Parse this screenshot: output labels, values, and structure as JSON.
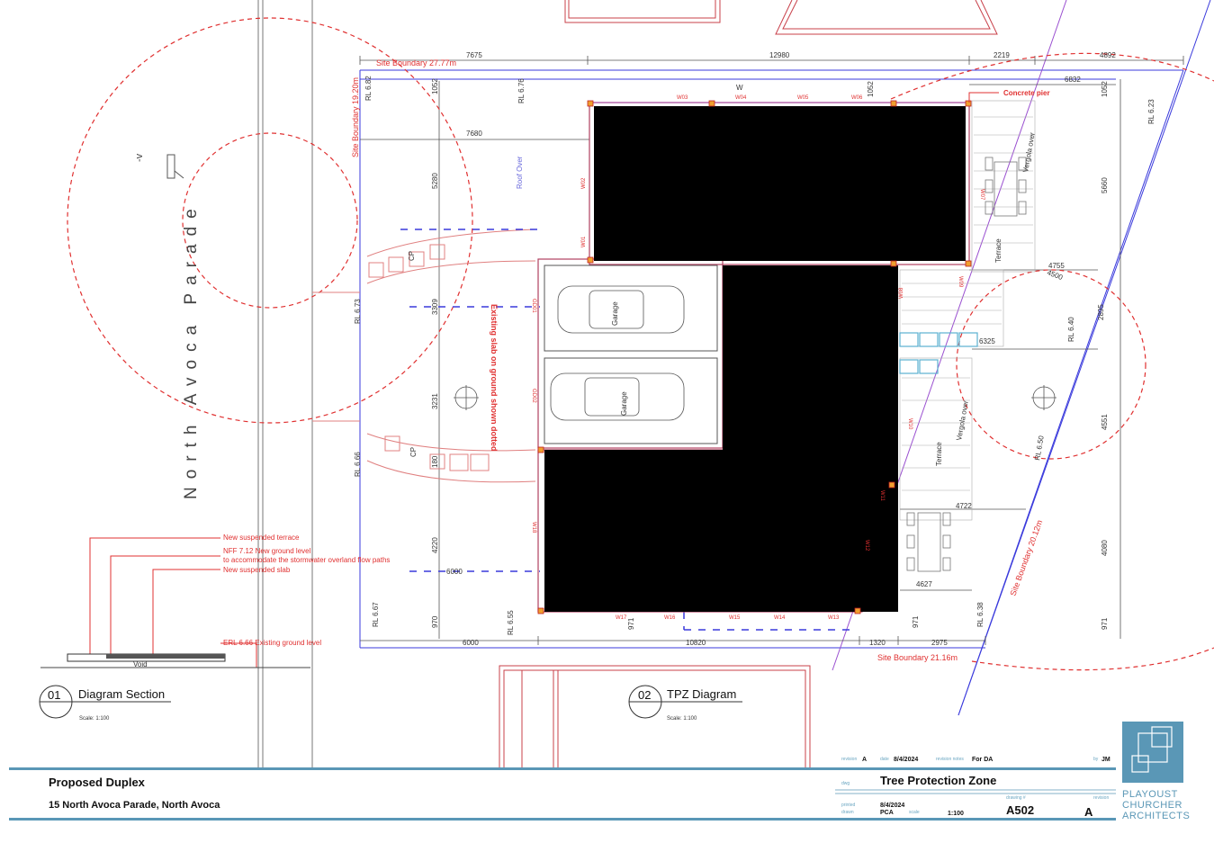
{
  "street": "North Avoca Parade",
  "north_symbol": "-v",
  "dimensions": {
    "top": [
      "7675",
      "12980",
      "2219",
      "4892"
    ],
    "top_right": "6832",
    "left_inner": "7680",
    "right_vert": [
      "5660",
      "4551",
      "4080",
      "971"
    ],
    "left_vert": [
      "1052",
      "5280",
      "3309",
      "3231",
      "180",
      "4220",
      "970"
    ],
    "right_top_vert": "1052",
    "bottom": [
      "6000",
      "10820",
      "1320",
      "2975"
    ],
    "misc": [
      "1052",
      "6000",
      "4755",
      "4500",
      "6325",
      "2895",
      "4722",
      "4627",
      "971",
      "971"
    ]
  },
  "levels": {
    "rl_682": "RL 6.82",
    "rl_676": "RL 6.76",
    "rl_623": "RL 6.23",
    "rl_673": "RL 6.73",
    "rl_666": "RL 6.66",
    "rl_667": "RL 6.67",
    "rl_655": "RL 6.55",
    "rl_640": "RL 6.40",
    "rl_650": "RL 6.50",
    "rl_638": "RL 6.38"
  },
  "boundaries": {
    "top": "Site Boundary  27.77m",
    "left": "Site Boundary  19.20m",
    "right": "Site Boundary  20.12m",
    "bottom": "Site Boundary  21.16m"
  },
  "labels": {
    "concrete_pier": "Concrete pier",
    "w_top": "W",
    "roof_over": "Roof Over",
    "garage_1": "Garage",
    "garage_2": "Garage",
    "terrace_1": "Terrace",
    "terrace_2": "Terrace",
    "pergola_1": "Vergola over",
    "pergola_2": "Vergola over",
    "cp_1": "CP",
    "cp_2": "CP",
    "existing_slab": "Existing slab on ground shown dotted",
    "void": "Void",
    "windows": [
      "W03",
      "W04",
      "W05",
      "W06",
      "W02",
      "W01",
      "W07",
      "W08",
      "W09",
      "W10",
      "W11",
      "W12",
      "W13",
      "W14",
      "W15",
      "W16",
      "W17",
      "W18",
      "GD01",
      "GD02"
    ]
  },
  "section_notes": {
    "note1": "New suspended terrace",
    "note2": "NFF 7.12 New ground level",
    "note3": "to accommodate the stormwater overland flow paths",
    "note4": "New suspended slab",
    "note5": "ERL 6.66 Existing ground level"
  },
  "views": {
    "v1_num": "01",
    "v1_title": "Diagram Section",
    "v1_scale": "Scale:  1:100",
    "v2_num": "02",
    "v2_title": "TPZ Diagram",
    "v2_scale": "Scale:  1:100"
  },
  "title_block": {
    "project": "Proposed  Duplex",
    "address": "15  North  Avoca  Parade,  North  Avoca",
    "revision_label": "revision",
    "revision": "A",
    "date_label": "date",
    "date": "8/4/2024",
    "revision_notes_label": "revision notes",
    "revision_notes": "For DA",
    "by_label": "by",
    "by": "JM",
    "dwg_label": "dwg",
    "dwg_title": "Tree  Protection  Zone",
    "printed_label": "printed",
    "printed": "8/4/2024",
    "drawn_label": "drawn",
    "drawn": "PCA",
    "scale_label": "scale",
    "scale": "1:100",
    "drawing_no_label": "drawing #",
    "drawing_no": "A502",
    "rev_label": "revision",
    "rev": "A"
  },
  "firm": {
    "line1": "PLAYOUST",
    "line2": "CHURCHER",
    "line3": "ARCHITECTS"
  },
  "colors": {
    "title_bar": "#5a97b6",
    "logo_box": "#5a97b6",
    "redline": "#e03030",
    "blue": "#3a3adc",
    "violet": "#9a4fd0"
  }
}
